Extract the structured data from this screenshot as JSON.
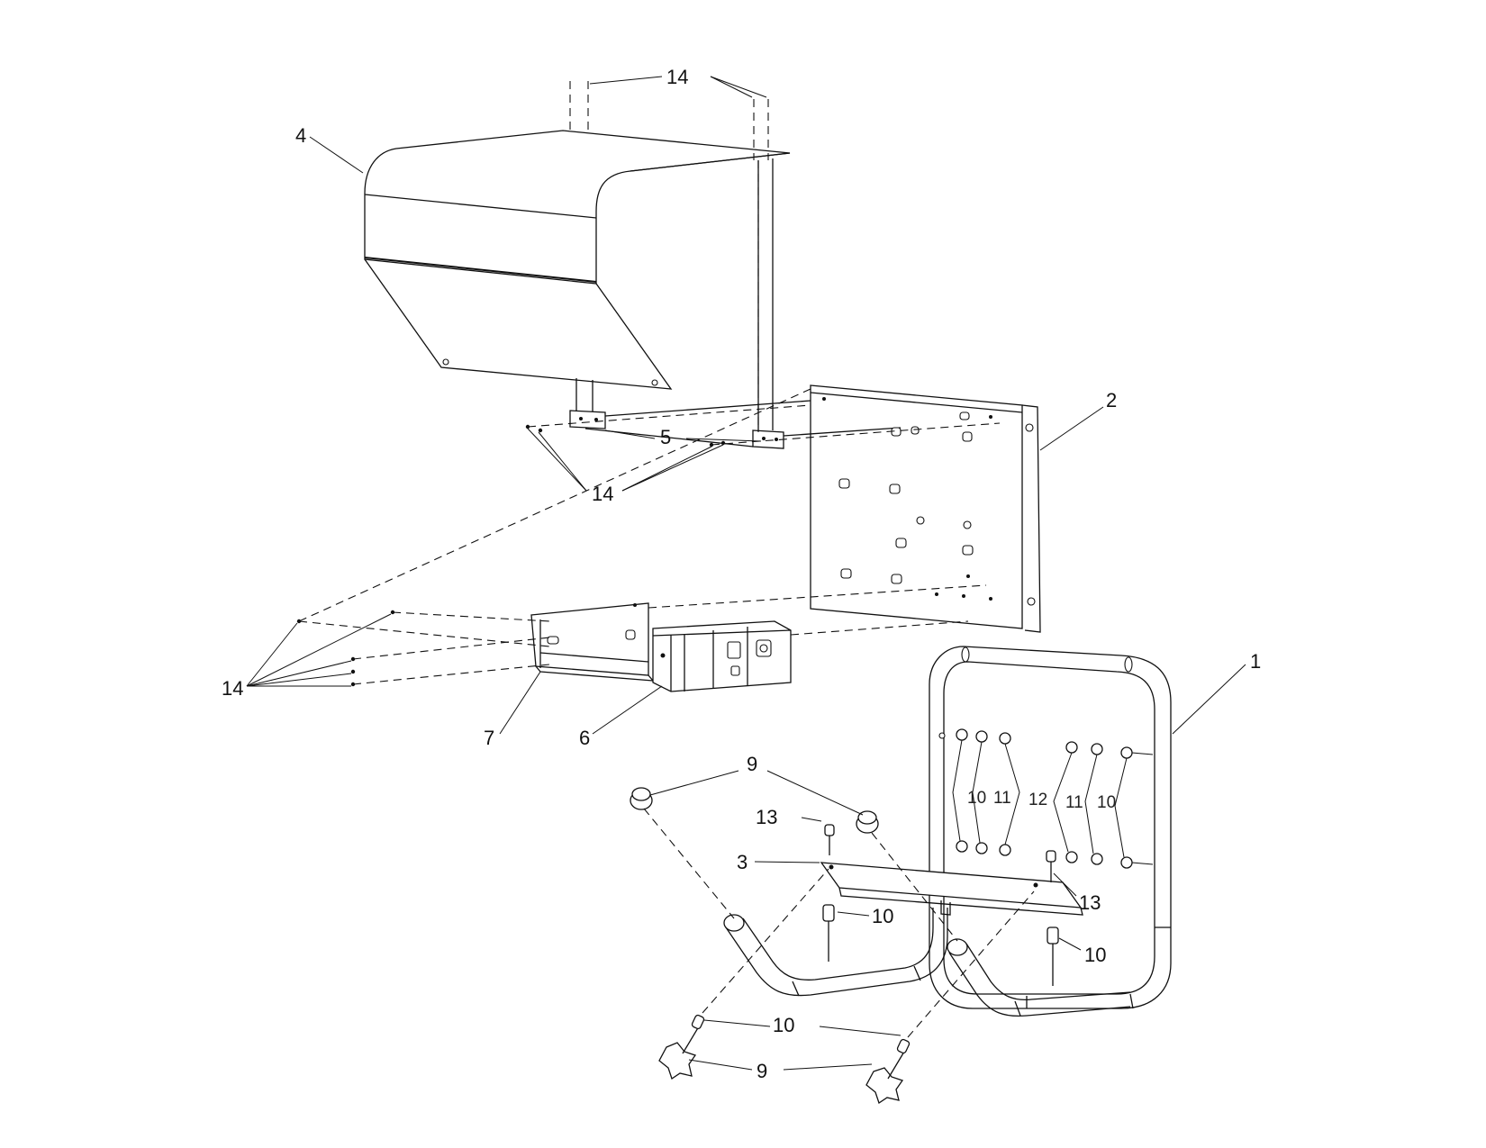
{
  "diagram": {
    "callouts": {
      "c1": "1",
      "c2": "2",
      "c3": "3",
      "c4": "4",
      "c5": "5",
      "c6": "6",
      "c7": "7",
      "c9a": "9",
      "c9b": "9",
      "c10_1": "10",
      "c10_2": "10",
      "c10_3": "10",
      "c10_4": "10",
      "c10_5": "10",
      "c11_1": "11",
      "c11_2": "11",
      "c12": "12",
      "c13a": "13",
      "c13b": "13",
      "c14a": "14",
      "c14b": "14",
      "c14c": "14"
    }
  }
}
